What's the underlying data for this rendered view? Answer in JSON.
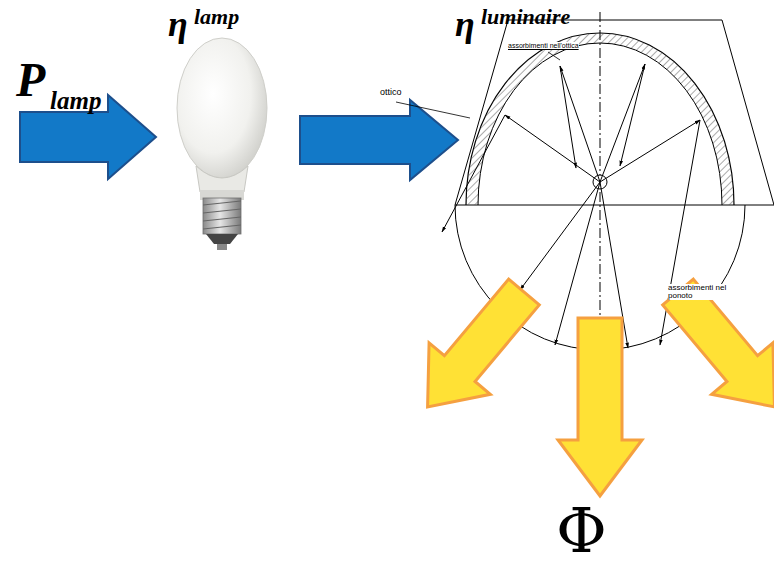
{
  "diagram": {
    "labels": [
      "η",
      "lamp",
      "η",
      "luminaire",
      "P",
      "lamp",
      "Φ",
      "ottico",
      "assorbimenti nell'ottica",
      "assorbimenti nel ponoto"
    ]
  }
}
